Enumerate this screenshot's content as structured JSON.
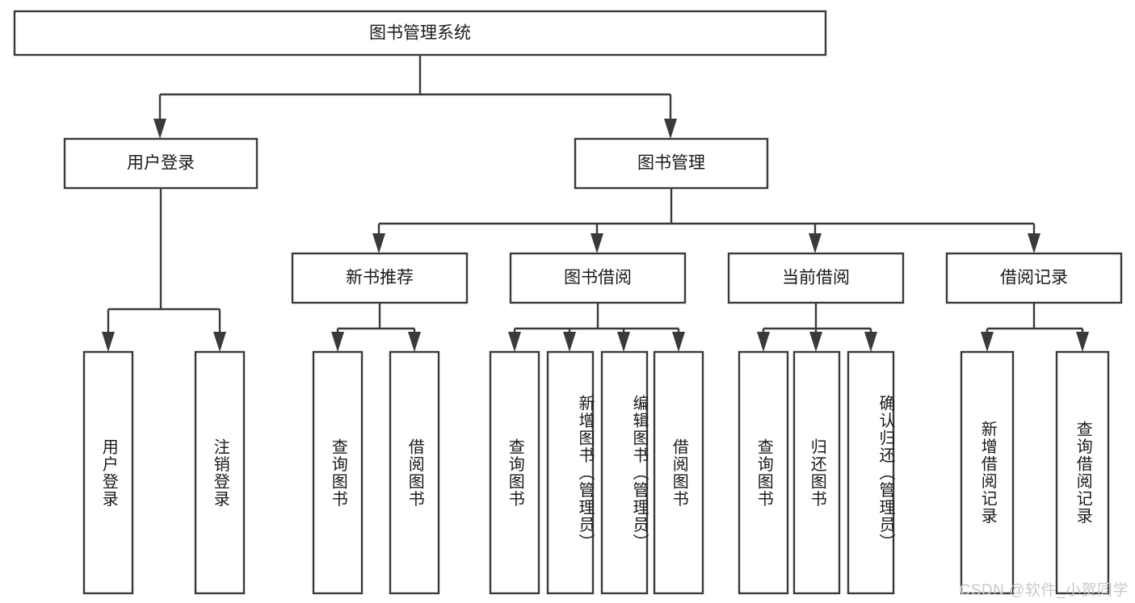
{
  "diagram": {
    "title": "图书管理系统",
    "watermark": "CSDN @软件_小贺同学",
    "colors": {
      "background": "#ffffff",
      "box_stroke": "#3a3a3a",
      "box_fill": "#ffffff",
      "text": "#1a1a1a",
      "watermark": "#c9c9c9"
    },
    "root": {
      "label": "图书管理系统"
    },
    "level2": [
      {
        "label": "用户登录"
      },
      {
        "label": "图书管理"
      }
    ],
    "level3": [
      {
        "label": "新书推荐"
      },
      {
        "label": "图书借阅"
      },
      {
        "label": "当前借阅"
      },
      {
        "label": "借阅记录"
      }
    ],
    "leaves": {
      "user_login": [
        {
          "label": "用户登录"
        },
        {
          "label": "注销登录"
        }
      ],
      "new_book_recommend": [
        {
          "label": "查询图书"
        },
        {
          "label": "借阅图书"
        }
      ],
      "book_borrow": [
        {
          "label": "查询图书"
        },
        {
          "label": "新增图书（管理员）"
        },
        {
          "label": "编辑图书（管理员）"
        },
        {
          "label": "借阅图书"
        }
      ],
      "current_borrow": [
        {
          "label": "查询图书"
        },
        {
          "label": "归还图书"
        },
        {
          "label": "确认归还（管理员）"
        }
      ],
      "borrow_record": [
        {
          "label": "新增借阅记录"
        },
        {
          "label": "查询借阅记录"
        }
      ]
    }
  }
}
